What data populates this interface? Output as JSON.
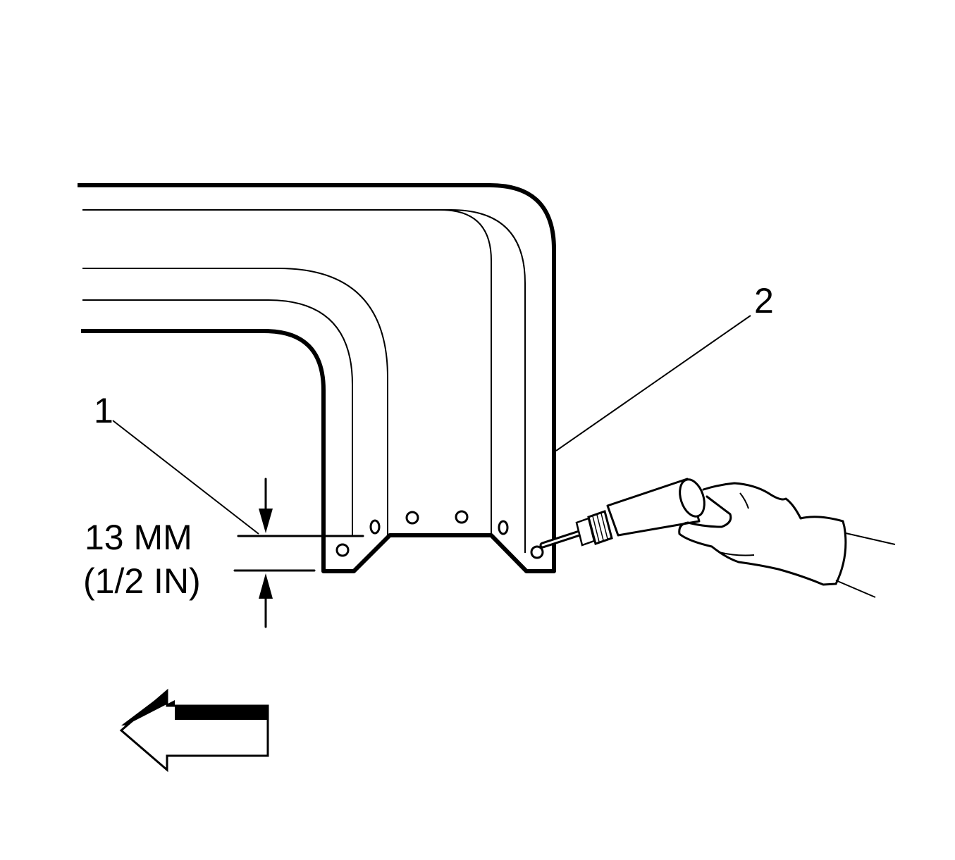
{
  "callouts": {
    "one": "1",
    "two": "2"
  },
  "dimension": {
    "metric": "13 MM",
    "imperial": "(1/2 IN)"
  },
  "colors": {
    "line": "#000000",
    "background": "#ffffff"
  },
  "icons": {
    "direction_arrow": "left-arrow-icon",
    "tool": "drill-icon",
    "hand": "gloved-hand-icon"
  }
}
